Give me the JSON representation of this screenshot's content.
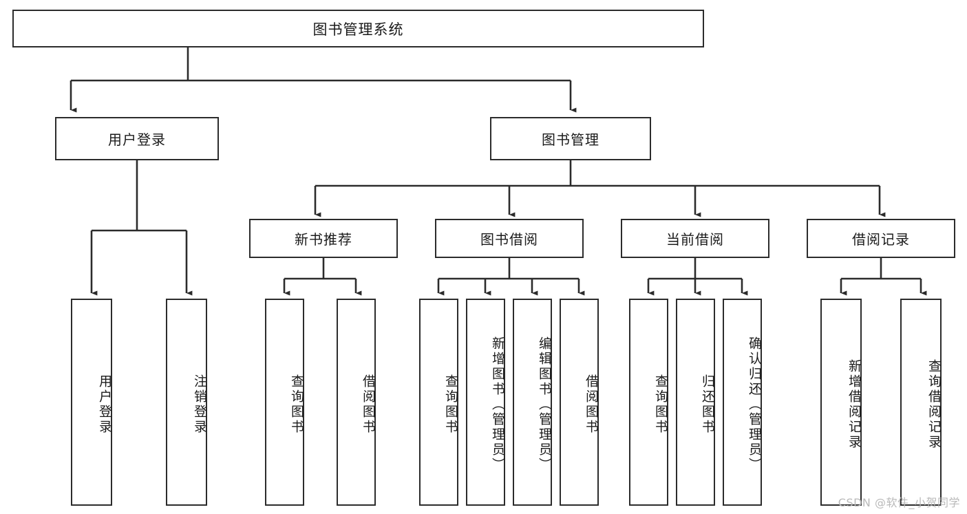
{
  "diagram": {
    "title": "图书管理系统",
    "type": "tree-hierarchy-chart",
    "root": {
      "label": "图书管理系统"
    },
    "level2": [
      {
        "label": "用户登录"
      },
      {
        "label": "图书管理"
      }
    ],
    "level3": [
      {
        "label": "新书推荐"
      },
      {
        "label": "图书借阅"
      },
      {
        "label": "当前借阅"
      },
      {
        "label": "借阅记录"
      }
    ],
    "leaves": {
      "user_login": [
        {
          "label": "用户登录"
        },
        {
          "label": "注销登录"
        }
      ],
      "new_book_recommend": [
        {
          "label": "查询图书"
        },
        {
          "label": "借阅图书"
        }
      ],
      "book_borrow": [
        {
          "label": "查询图书"
        },
        {
          "label": "新增图书（管理员）"
        },
        {
          "label": "编辑图书（管理员）"
        },
        {
          "label": "借阅图书"
        }
      ],
      "current_borrow": [
        {
          "label": "查询图书"
        },
        {
          "label": "归还图书"
        },
        {
          "label": "确认归还（管理员）"
        }
      ],
      "borrow_record": [
        {
          "label": "新增借阅记录"
        },
        {
          "label": "查询借阅记录"
        }
      ]
    },
    "watermark": "CSDN @软件_小贺同学",
    "colors": {
      "stroke": "#2b2b2b",
      "fill": "#ffffff",
      "text": "#1a1a1a",
      "watermark": "#b9b9b9"
    }
  }
}
